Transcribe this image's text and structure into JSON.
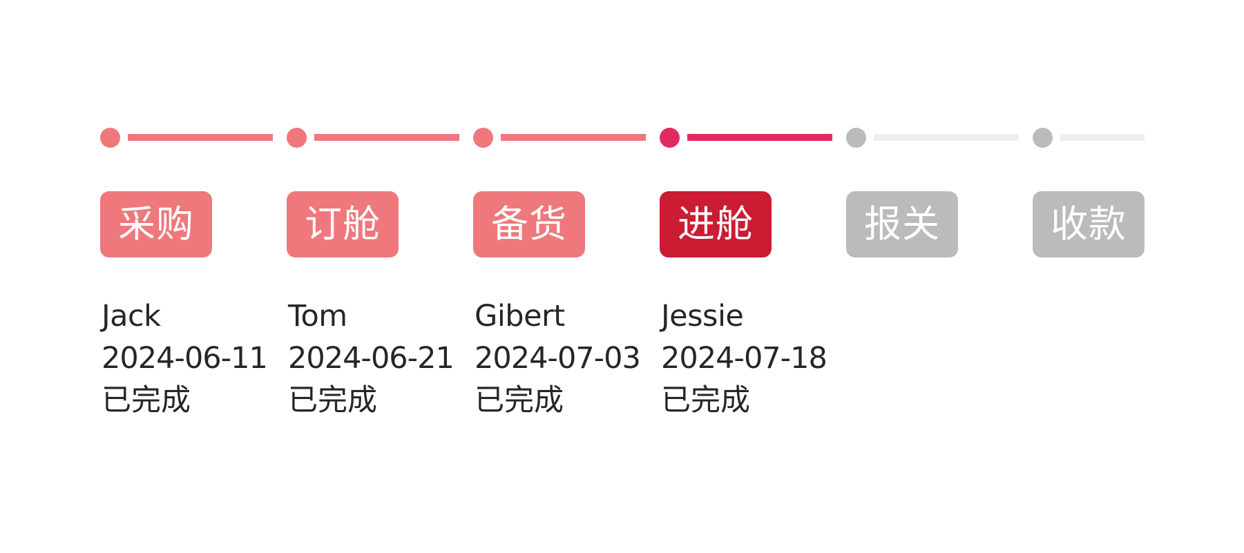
{
  "colors": {
    "done": "#EE787C",
    "active_dot": "#E22A61",
    "active_badge": "#CB1C33",
    "pending": "#BBBBBB",
    "pending_line": "#EEEEEE",
    "text": "#262626"
  },
  "steps": [
    {
      "label": "采购",
      "status": "done",
      "assignee": "Jack",
      "date": "2024-06-11",
      "state_text": "已完成"
    },
    {
      "label": "订舱",
      "status": "done",
      "assignee": "Tom",
      "date": "2024-06-21",
      "state_text": "已完成"
    },
    {
      "label": "备货",
      "status": "done",
      "assignee": "Gibert",
      "date": "2024-07-03",
      "state_text": "已完成"
    },
    {
      "label": "进舱",
      "status": "active",
      "assignee": "Jessie",
      "date": "2024-07-18",
      "state_text": "已完成"
    },
    {
      "label": "报关",
      "status": "pending"
    },
    {
      "label": "收款",
      "status": "pending"
    }
  ]
}
